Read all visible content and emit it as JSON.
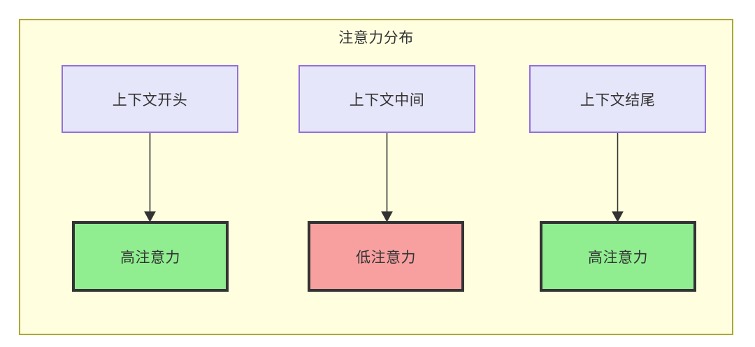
{
  "diagram": {
    "title": "注意力分布",
    "type": "flowchart",
    "colors": {
      "container_background": "#ffffe0",
      "container_border": "#aaaa33",
      "context_node_background": "#e6e6fa",
      "context_node_border": "#9370db",
      "high_attention_background": "#90ee90",
      "low_attention_background": "#f8a0a0",
      "attention_node_border": "#333333",
      "text": "#333333",
      "edge": "#333333"
    },
    "columns": [
      {
        "context": {
          "label": "上下文开头"
        },
        "attention": {
          "label": "高注意力",
          "level": "high"
        }
      },
      {
        "context": {
          "label": "上下文中间"
        },
        "attention": {
          "label": "低注意力",
          "level": "low"
        }
      },
      {
        "context": {
          "label": "上下文结尾"
        },
        "attention": {
          "label": "高注意力",
          "level": "high"
        }
      }
    ]
  }
}
